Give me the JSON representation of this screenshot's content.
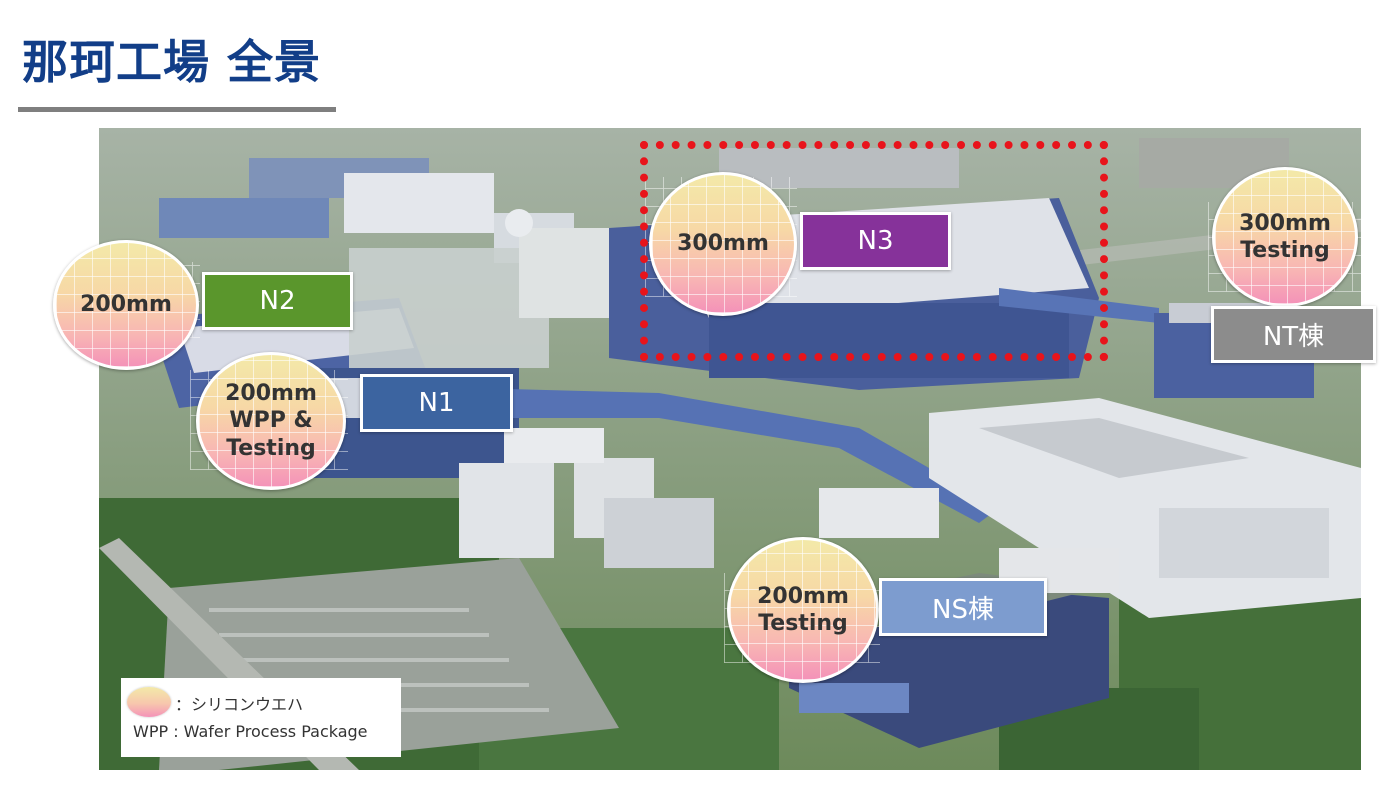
{
  "title": "那珂工場 全景",
  "wafers": {
    "n2": "200mm",
    "n1": "200mm\nWPP &\nTesting",
    "n3": "300mm",
    "nt": "300mm\nTesting",
    "ns": "200mm\nTesting"
  },
  "buildings": {
    "n2": "N2",
    "n1": "N1",
    "n3": "N3",
    "nt": "NT棟",
    "ns": "NS棟"
  },
  "legend": {
    "wafer_label": "：シリコンウエハ",
    "wpp_label": "WPP : Wafer Process Package"
  },
  "colors": {
    "title": "#123e88",
    "n2": "#5a962c",
    "n1": "#3c64a0",
    "n3": "#86329a",
    "nt": "#8c8c8c",
    "ns": "#7d9ccf",
    "highlight": "#e8141b"
  }
}
